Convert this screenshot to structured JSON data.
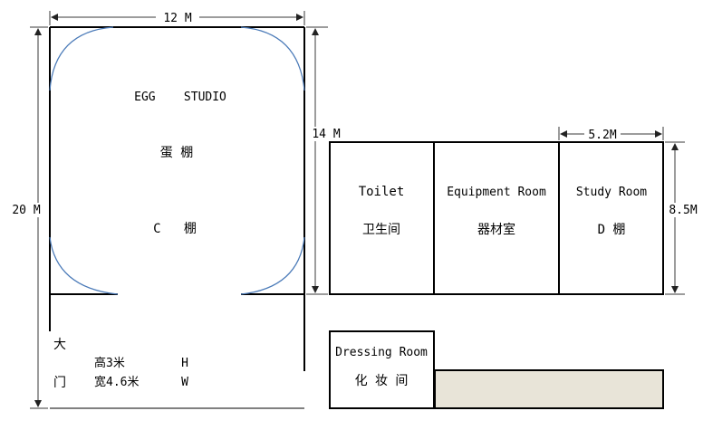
{
  "dimensions": {
    "width_12m": "12 M",
    "height_20m": "20 M",
    "height_14m": "14 M",
    "width_5_2m": "5.2M",
    "height_8_5m": "8.5M"
  },
  "egg_studio": {
    "name_en": "EGG    STUDIO",
    "name_cn": "蛋 棚",
    "c_studio": "C   棚"
  },
  "main_door": {
    "label_line1": "大",
    "label_line2": "门",
    "height_cn": "高3米",
    "width_cn": "宽4.6米",
    "height_en": "H",
    "width_en": "W"
  },
  "rooms": {
    "toilet_en": "Toilet",
    "toilet_cn": "卫生间",
    "equipment_en": "Equipment Room",
    "equipment_cn": "器材室",
    "study_en": "Study Room",
    "study_cn": "D 棚",
    "dressing_en": "Dressing Room",
    "dressing_cn": "化 妆 间"
  },
  "colors": {
    "wall": "#000000",
    "curve": "#4a7ab8",
    "gray_block": "#e8e4d8"
  }
}
